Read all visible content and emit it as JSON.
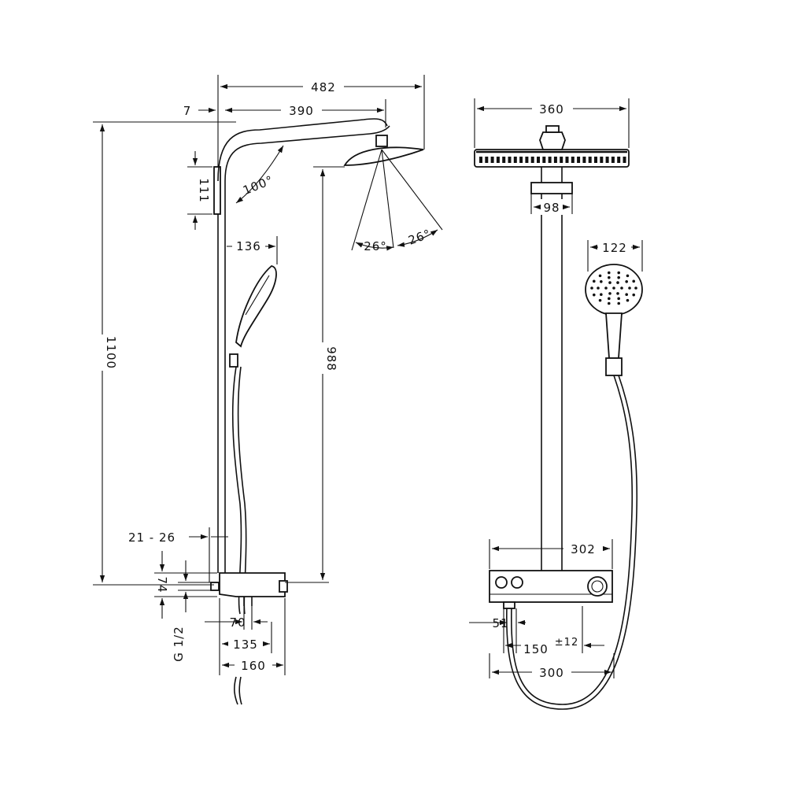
{
  "dimensions": {
    "total_projection": "482",
    "wall_offset": "7",
    "arm_length": "390",
    "bracket_height": "111",
    "spray_angle": "100°",
    "left_angle": "26°",
    "right_angle": "26°",
    "handshower_offset": "136",
    "total_height": "1100",
    "head_height": "988",
    "wall_distance": "21 - 26",
    "thermostat_height": "74",
    "thread": "G 1/2",
    "connection_70": "70",
    "connection_135": "135",
    "depth_160": "160",
    "head_width": "360",
    "arm_width": "98",
    "handshower_width": "122",
    "thermostat_width": "302",
    "inlet_51": "51",
    "inlet_150": "150",
    "tolerance": "±12",
    "width_300": "300"
  },
  "colors": {
    "line": "#111111",
    "background": "#ffffff"
  }
}
